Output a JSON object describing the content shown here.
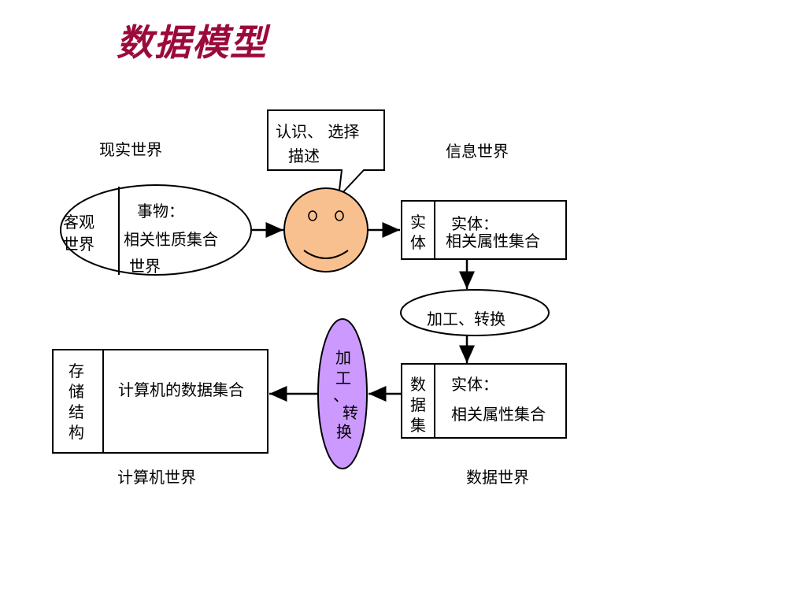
{
  "title": "数据模型",
  "labels": {
    "real_world": "现实世界",
    "info_world": "信息世界",
    "computer_world": "计算机世界",
    "data_world": "数据世界"
  },
  "speech_bubble": {
    "line1": "认识、  选择",
    "line2": "描述"
  },
  "real_world_ellipse": {
    "left_line1": "客观",
    "left_line2": "世界",
    "right_line1": "事物：",
    "right_line2": "相关性质集合",
    "right_line3": "世界"
  },
  "entity_box": {
    "side": [
      "实",
      "体"
    ],
    "line1": "实体：",
    "line2": "相关属性集合"
  },
  "process_ellipse": {
    "text": "加工、转换"
  },
  "dataset_box": {
    "side": [
      "数",
      "据",
      "集"
    ],
    "line1": "实体：",
    "line2": "相关属性集合"
  },
  "vertical_ellipse": {
    "chars": [
      "加",
      "工",
      "、",
      "转",
      "换"
    ],
    "fill": "#cc99ff"
  },
  "storage_box": {
    "side": [
      "存",
      "储",
      "结",
      "构"
    ],
    "text": "计算机的数据集合"
  },
  "face": {
    "fill": "#f9c08f"
  },
  "colors": {
    "title": "#9b0a3a"
  }
}
